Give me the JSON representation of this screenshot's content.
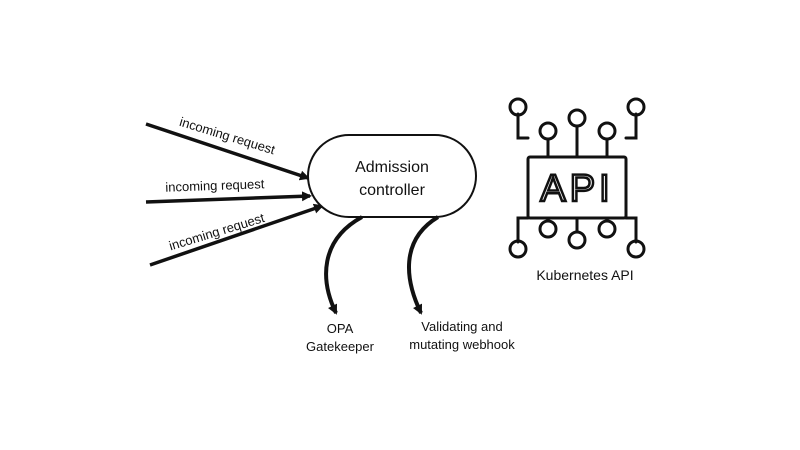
{
  "incoming": {
    "label_1": "incoming request",
    "label_2": "incoming request",
    "label_3": "incoming request"
  },
  "controller": {
    "line1": "Admission",
    "line2": "controller"
  },
  "outputs": {
    "opa_line1": "OPA",
    "opa_line2": "Gatekeeper",
    "webhook_line1": "Validating and",
    "webhook_line2": "mutating webhook"
  },
  "api": {
    "chip_text": "API",
    "caption": "Kubernetes API"
  },
  "colors": {
    "ink": "#111111",
    "background": "#ffffff"
  }
}
